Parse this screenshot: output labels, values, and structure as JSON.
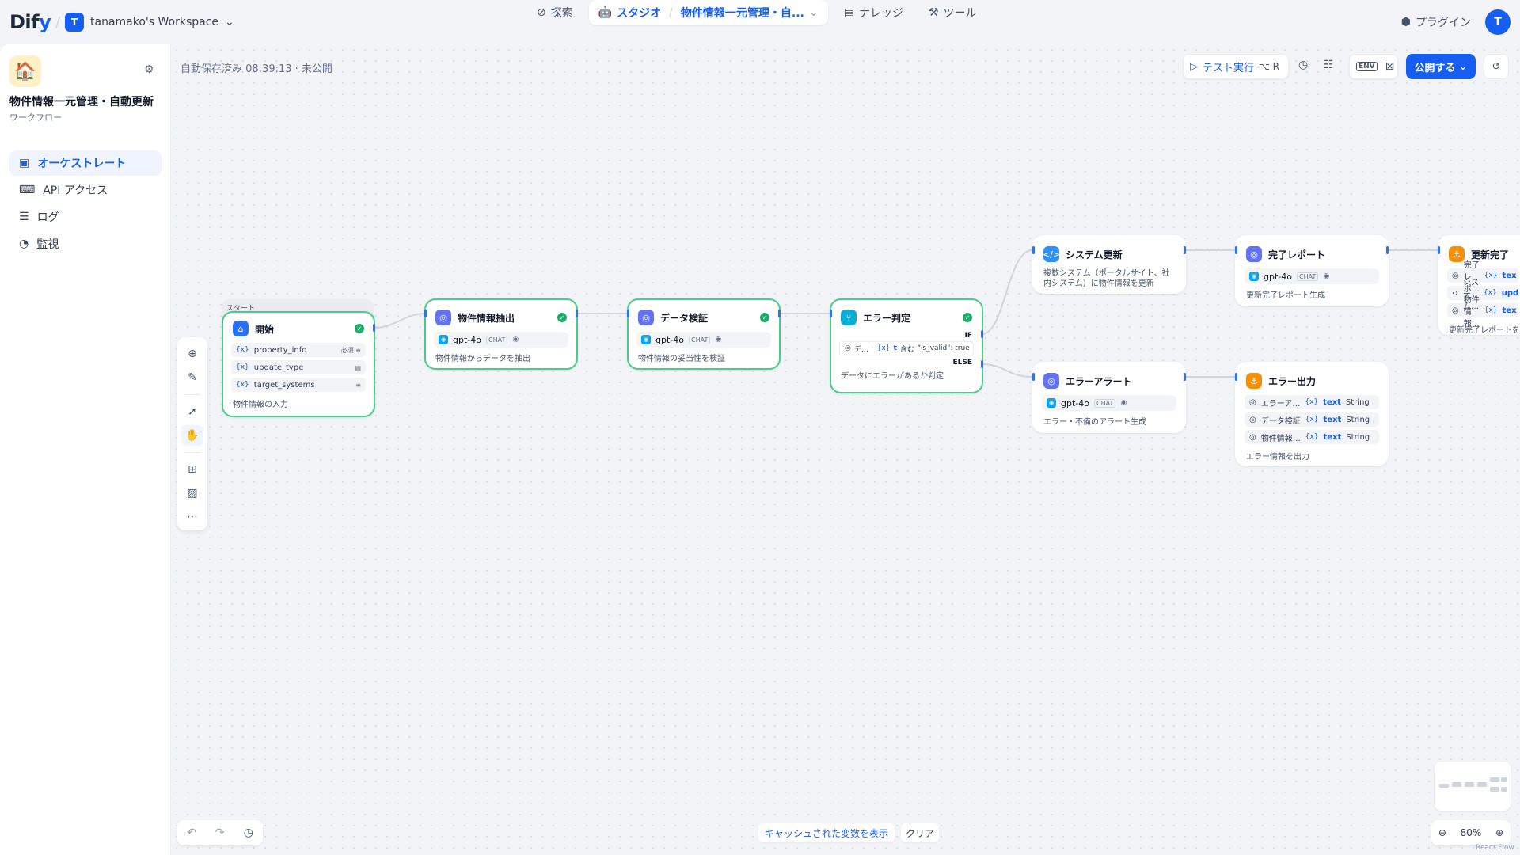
{
  "header": {
    "logo": "Dify",
    "workspace_badge": "T",
    "workspace_name": "tanamako's Workspace",
    "nav": [
      {
        "label": "探索"
      },
      {
        "label": "スタジオ"
      },
      {
        "label": "ナレッジ"
      },
      {
        "label": "ツール"
      }
    ],
    "current_app": "物件情報一元管理・自...",
    "plugin_label": "プラグイン",
    "avatar": "T"
  },
  "sidebar": {
    "app_icon": "🏠",
    "app_name": "物件情報一元管理・自動更新",
    "app_type": "ワークフロー",
    "items": [
      {
        "label": "オーケストレート"
      },
      {
        "label": "API アクセス"
      },
      {
        "label": "ログ"
      },
      {
        "label": "監視"
      }
    ]
  },
  "toolbar": {
    "autosave": "自動保存済み 08:39:13 · 未公開",
    "test_run": "テスト実行",
    "shortcut": "⌥ R",
    "env": "ENV",
    "publish": "公開する"
  },
  "nodes": {
    "start": {
      "group_label": "スタート",
      "title": "開始",
      "vars": [
        {
          "name": "property_info",
          "meta": "必須 ≡"
        },
        {
          "name": "update_type",
          "meta": "▤"
        },
        {
          "name": "target_systems",
          "meta": "≡"
        }
      ],
      "desc": "物件情報の入力"
    },
    "extract": {
      "title": "物件情報抽出",
      "model": "gpt-4o",
      "tag": "CHAT",
      "desc": "物件情報からデータを抽出"
    },
    "validate": {
      "title": "データ検証",
      "model": "gpt-4o",
      "tag": "CHAT",
      "desc": "物件情報の妥当性を検証"
    },
    "judge": {
      "title": "エラー判定",
      "if_label": "IF",
      "cond_left": "デ…",
      "cond_var": "t",
      "cond_op": "含む",
      "cond_value": "\"is_valid\": true",
      "else_label": "ELSE",
      "desc": "データにエラーがあるか判定"
    },
    "system_update": {
      "title": "システム更新",
      "desc": "複数システム（ポータルサイト、社内システム）に物件情報を更新"
    },
    "report": {
      "title": "完了レポート",
      "model": "gpt-4o",
      "tag": "CHAT",
      "desc": "更新完了レポート生成"
    },
    "done": {
      "title": "更新完了",
      "rows": [
        {
          "label": "完了レポ…",
          "var": "tex"
        },
        {
          "label": "システム…",
          "var": "upd"
        },
        {
          "label": "物件情報…",
          "var": "tex"
        }
      ],
      "desc": "更新完了レポートを出"
    },
    "error_alert": {
      "title": "エラーアラート",
      "model": "gpt-4o",
      "tag": "CHAT",
      "desc": "エラー・不備のアラート生成"
    },
    "error_out": {
      "title": "エラー出力",
      "rows": [
        {
          "label": "エラーア…",
          "var": "text",
          "type": "String"
        },
        {
          "label": "データ検証",
          "var": "text",
          "type": "String"
        },
        {
          "label": "物件情報…",
          "var": "text",
          "type": "String"
        }
      ],
      "desc": "エラー情報を出力"
    }
  },
  "bottom": {
    "cache": "キャッシュされた変数を表示",
    "clear": "クリア",
    "zoom": "80%",
    "reactflow": "React Flow"
  }
}
